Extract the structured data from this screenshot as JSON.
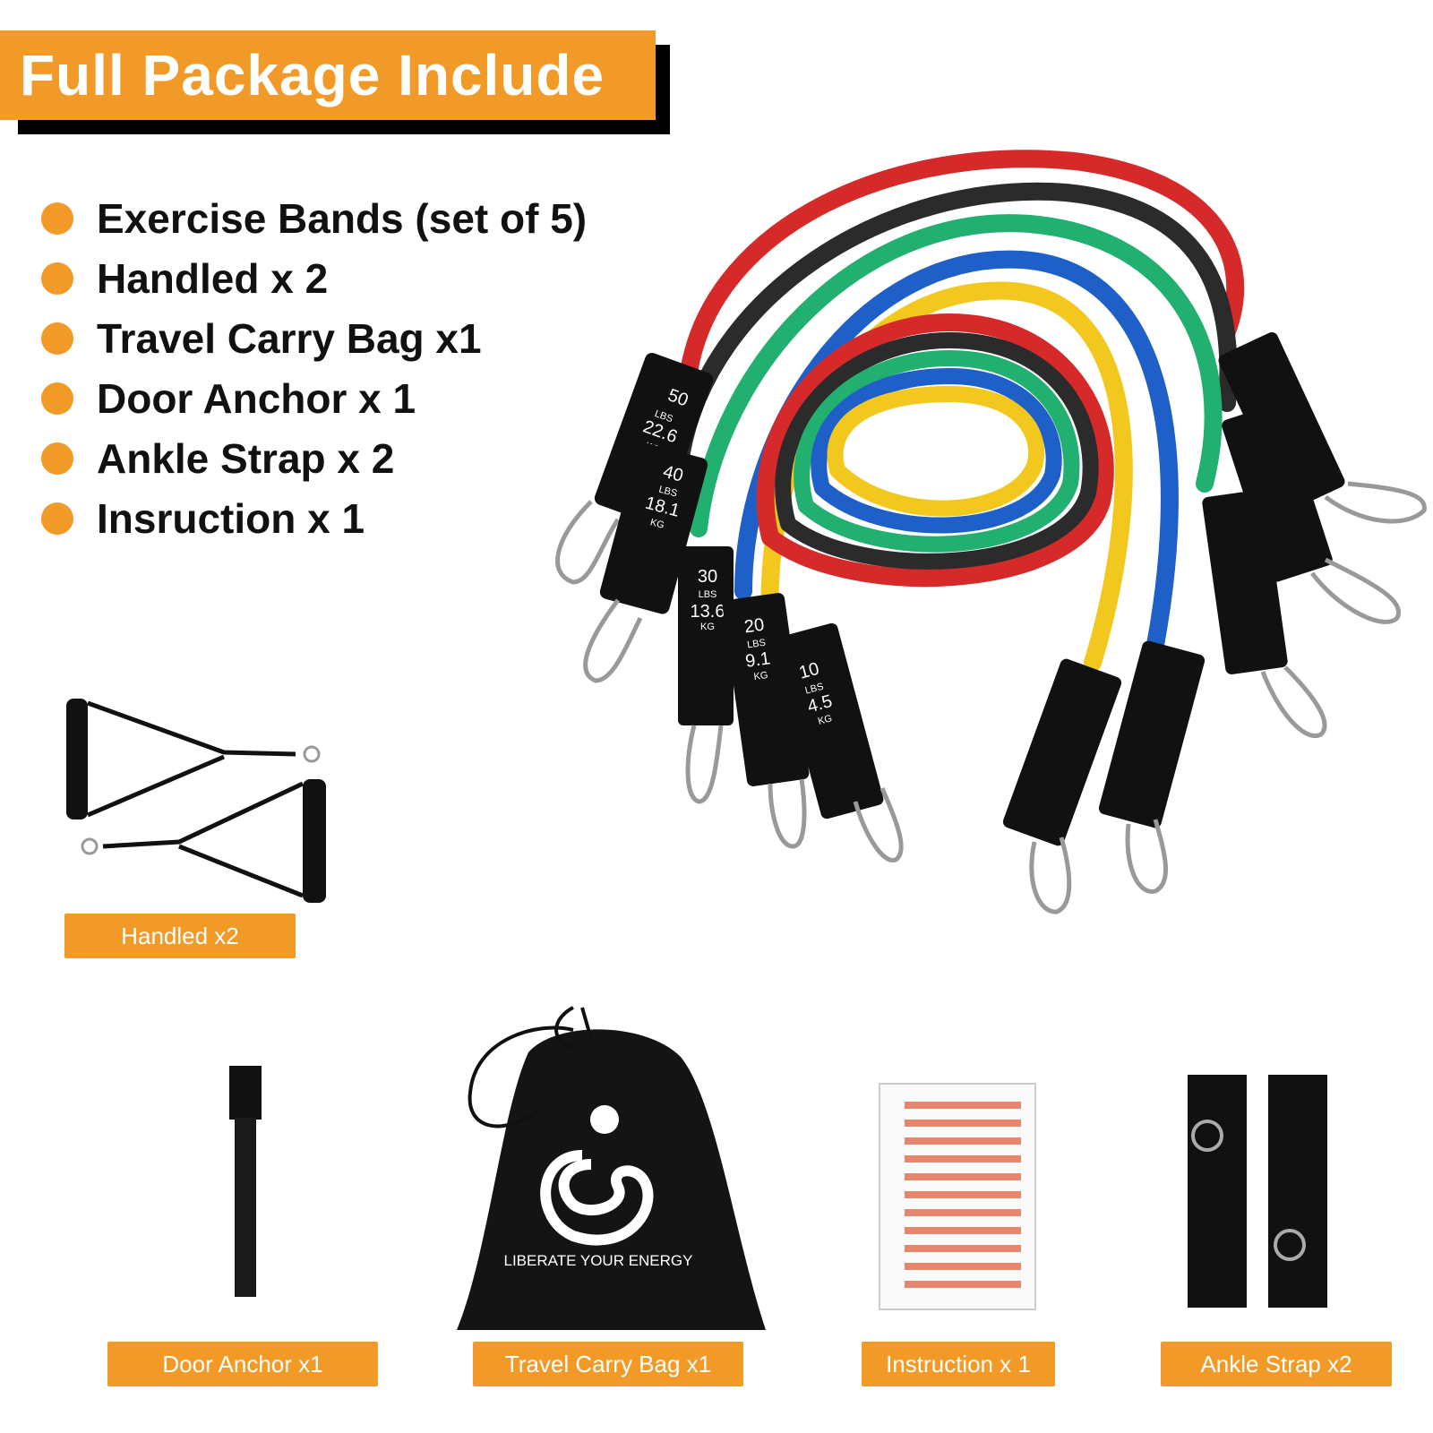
{
  "title": "Full Package Include",
  "items": [
    {
      "text": "Exercise Bands (set of 5)"
    },
    {
      "text": "Handled x 2"
    },
    {
      "text": "Travel Carry Bag x1"
    },
    {
      "text": "Door Anchor x 1"
    },
    {
      "text": "Ankle Strap x 2"
    },
    {
      "text": "Insruction x 1"
    }
  ],
  "labels": {
    "handled": "Handled x2",
    "door_anchor": "Door Anchor x1",
    "travel_bag": "Travel Carry Bag x1",
    "instruction": "Instruction x 1",
    "ankle_strap": "Ankle Strap x2"
  },
  "bag_text": "LIBERATE YOUR ENERGY",
  "bands": [
    {
      "lbs": "50",
      "kg": "22.6",
      "color": "#d62a2a"
    },
    {
      "lbs": "40",
      "kg": "18.1",
      "color": "#2b2b2b"
    },
    {
      "lbs": "30",
      "kg": "13.6",
      "color": "#22b070"
    },
    {
      "lbs": "20",
      "kg": "9.1",
      "color": "#1f5fc8"
    },
    {
      "lbs": "10",
      "kg": "4.5",
      "color": "#f2c81e"
    }
  ],
  "unit_lbs": "LBS",
  "unit_kg": "KG",
  "colors": {
    "accent": "#f29a28"
  }
}
